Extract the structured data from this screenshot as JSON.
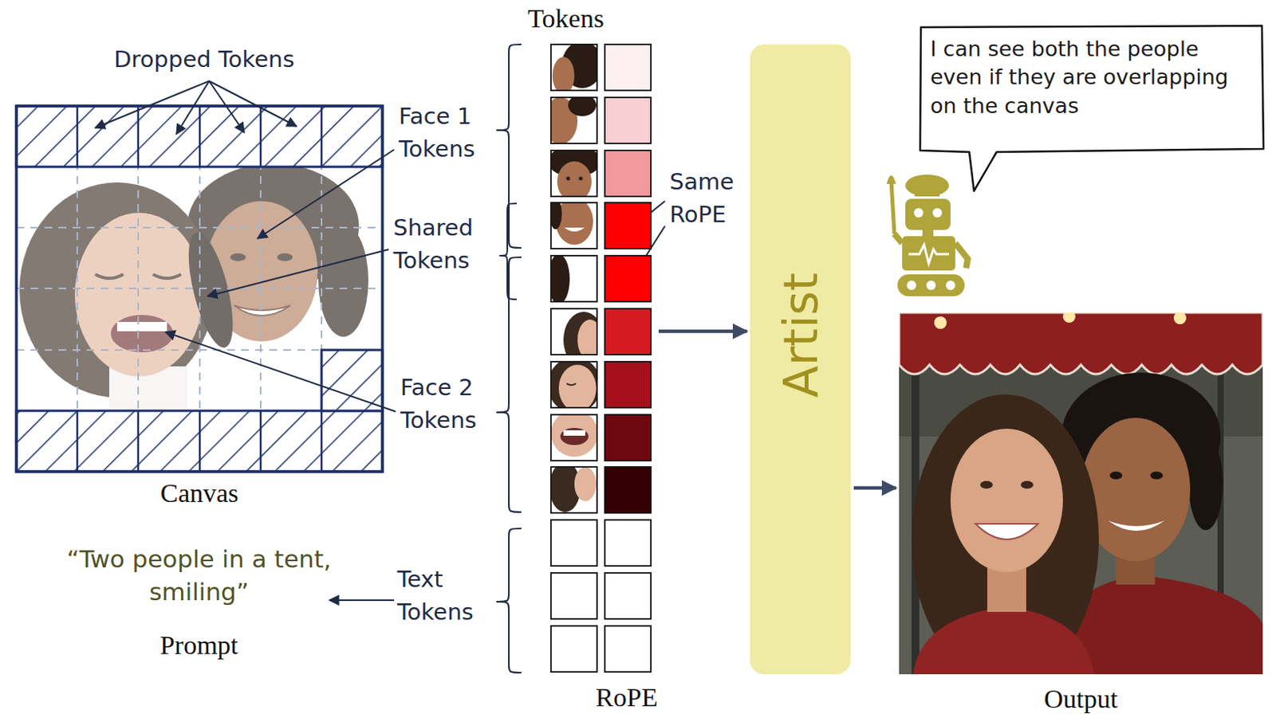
{
  "diagram": {
    "nodes": [
      {
        "text": [
          "Canvas"
        ]
      },
      {
        "text": [
          "Tokens",
          "RoPE"
        ]
      },
      {
        "text": [
          "Artist"
        ]
      },
      {
        "text": [
          "I can see both the people even if they are overlapping on the canvas"
        ]
      },
      {
        "text": [
          "Output"
        ]
      }
    ],
    "edges": [
      {
        "from": 1,
        "to": 2,
        "arrow": "to"
      },
      {
        "from": 2,
        "to": 4,
        "arrow": "to"
      }
    ],
    "labels": [
      "Dropped Tokens",
      "Face 1 Tokens",
      "Shared Tokens",
      "Face 2 Tokens",
      "Same RoPE",
      "Text Tokens",
      "“Two people in a tent, smiling”",
      "Prompt"
    ]
  }
}
